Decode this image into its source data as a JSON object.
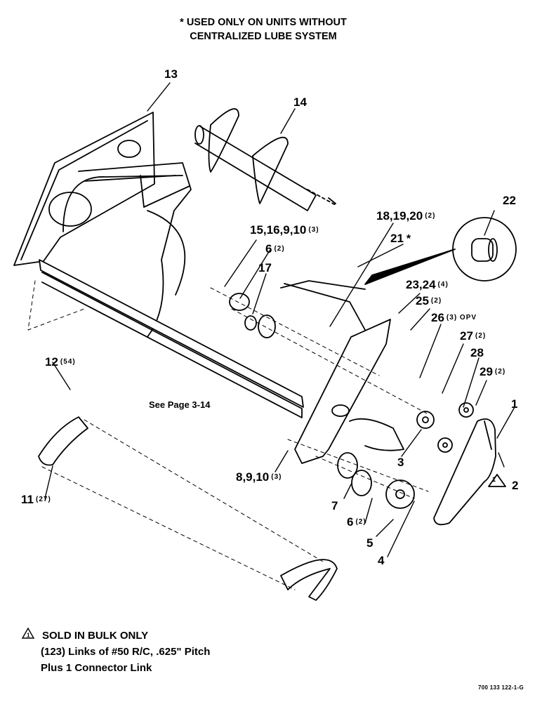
{
  "header_note": {
    "line1": "* USED ONLY ON UNITS WITHOUT",
    "line2": "CENTRALIZED LUBE SYSTEM"
  },
  "callouts": {
    "c13": {
      "num": "13"
    },
    "c14": {
      "num": "14"
    },
    "c22": {
      "num": "22"
    },
    "c18_19_20": {
      "num": "18,19,20",
      "qty": "(2)"
    },
    "c15_16_9_10": {
      "num": "15,16,9,10",
      "qty": "(3)"
    },
    "c21": {
      "num": "21",
      "suffix": "*"
    },
    "c6_top": {
      "num": "6",
      "qty": "(2)"
    },
    "c17": {
      "num": "17"
    },
    "c23_24": {
      "num": "23,24",
      "qty": "(4)"
    },
    "c25": {
      "num": "25",
      "qty": "(2)"
    },
    "c26": {
      "num": "26",
      "qty": "(3) OPV"
    },
    "c27": {
      "num": "27",
      "qty": "(2)"
    },
    "c28": {
      "num": "28"
    },
    "c29": {
      "num": "29",
      "qty": "(2)"
    },
    "c1": {
      "num": "1"
    },
    "c12": {
      "num": "12",
      "qty": "(54)"
    },
    "c3": {
      "num": "3"
    },
    "c2": {
      "num": "2",
      "triangle": "1"
    },
    "c8_9_10": {
      "num": "8,9,10",
      "qty": "(3)"
    },
    "c7": {
      "num": "7"
    },
    "c11": {
      "num": "11",
      "qty": "(27)"
    },
    "c6_bottom": {
      "num": "6",
      "qty": "(2)"
    },
    "c5": {
      "num": "5"
    },
    "c4": {
      "num": "4"
    }
  },
  "see_page": "See Page 3-14",
  "footer": {
    "triangle": "1",
    "line1": "SOLD IN BULK ONLY",
    "line2": "(123) Links of #50 R/C, .625\" Pitch",
    "line3": "Plus 1 Connector Link"
  },
  "doc_number": "700 133 122-1-G"
}
